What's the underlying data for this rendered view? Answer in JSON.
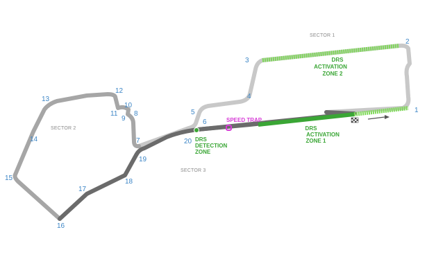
{
  "colors": {
    "sector1": "#c8c8c8",
    "sector2": "#a6a6a6",
    "sector3": "#6b6b6b",
    "drs_zone": "#7ed957",
    "drs_zone_dark": "#3aa635",
    "drs_label": "#3aa635",
    "speed_trap": "#d63ad6",
    "turn_number": "#3d86c6",
    "sector_label": "#8a8a8a"
  },
  "sectors": {
    "s1": "SECTOR 1",
    "s2": "SECTOR 2",
    "s3": "SECTOR 3"
  },
  "drs": {
    "zone1": [
      "DRS",
      "ACTIVATION",
      "ZONE 1"
    ],
    "zone2": [
      "DRS",
      "ACTIVATION",
      "ZONE 2"
    ],
    "detection": [
      "DRS",
      "DETECTION",
      "ZONE"
    ]
  },
  "speed_trap": "SPEED TRAP",
  "turns": [
    "1",
    "2",
    "3",
    "4",
    "5",
    "6",
    "7",
    "8",
    "9",
    "10",
    "11",
    "12",
    "13",
    "14",
    "15",
    "16",
    "17",
    "18",
    "19",
    "20"
  ],
  "icons": {
    "start_finish": "checkered-flag-icon",
    "direction": "direction-arrow-icon"
  }
}
